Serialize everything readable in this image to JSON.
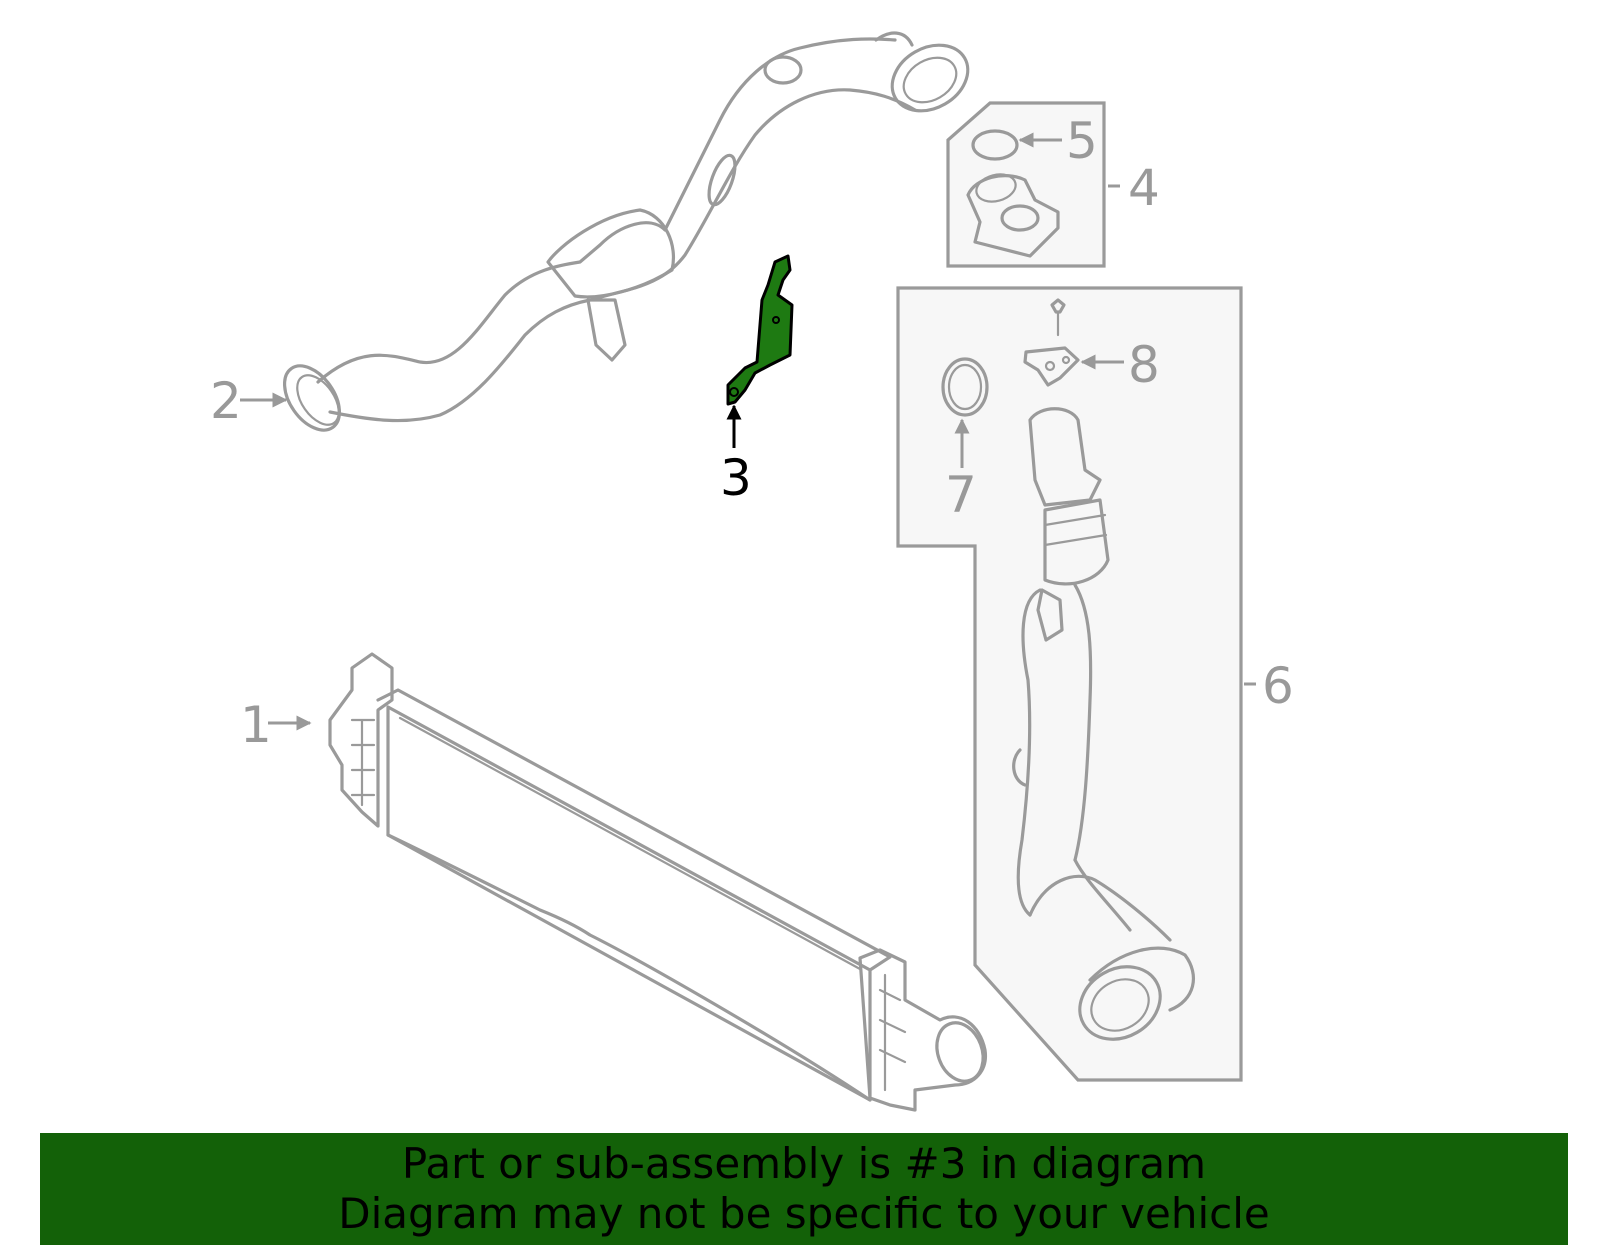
{
  "colors": {
    "part_stroke": "#9a9a9a",
    "highlight_fill": "#1e7a12",
    "highlight_stroke": "#000000",
    "banner_bg": "#136108",
    "banner_text": "#000000",
    "group_fill": "#f7f7f7"
  },
  "callouts": {
    "c1": "1",
    "c2": "2",
    "c3": "3",
    "c4": "4",
    "c5": "5",
    "c6": "6",
    "c7": "7",
    "c8": "8"
  },
  "highlighted_part": "3",
  "banner": {
    "line1": "Part or sub-assembly is #3 in diagram",
    "line2": "Diagram may not be specific to your vehicle"
  }
}
